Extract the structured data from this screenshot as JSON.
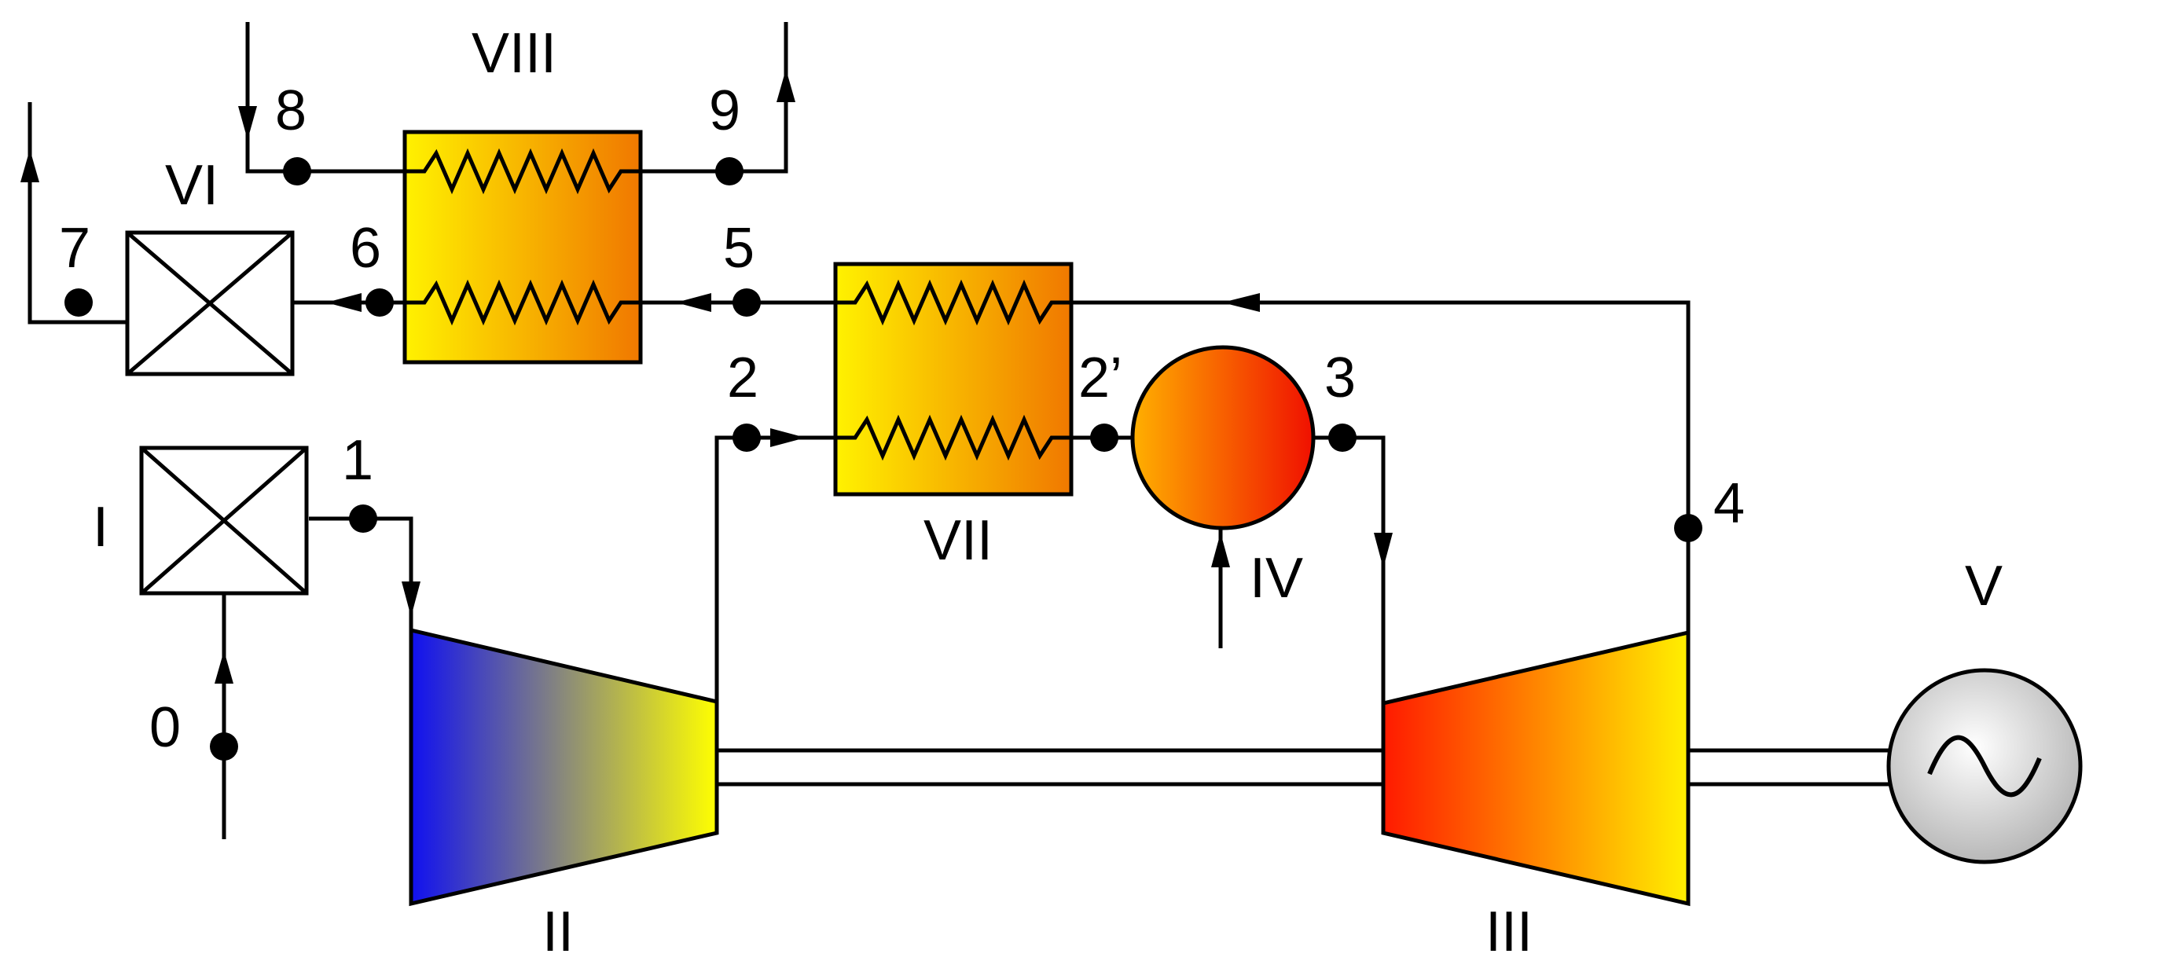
{
  "components": {
    "I": "I",
    "II": "II",
    "III": "III",
    "IV": "IV",
    "V": "V",
    "VI": "VI",
    "VII": "VII",
    "VIII": "VIII"
  },
  "points": {
    "p0": "0",
    "p1": "1",
    "p2": "2",
    "p2p": "2’",
    "p3": "3",
    "p4": "4",
    "p5": "5",
    "p6": "6",
    "p7": "7",
    "p8": "8",
    "p9": "9"
  },
  "colors": {
    "hx_start": "#FFF200",
    "hx_end": "#F07800",
    "compressor_start": "#1010F0",
    "compressor_end": "#FFFF00",
    "turbine_start": "#FF1A00",
    "turbine_end": "#FFF000",
    "combustor_start": "#FFB000",
    "combustor_end": "#F01000",
    "generator_fill": "#D8D8D8"
  }
}
